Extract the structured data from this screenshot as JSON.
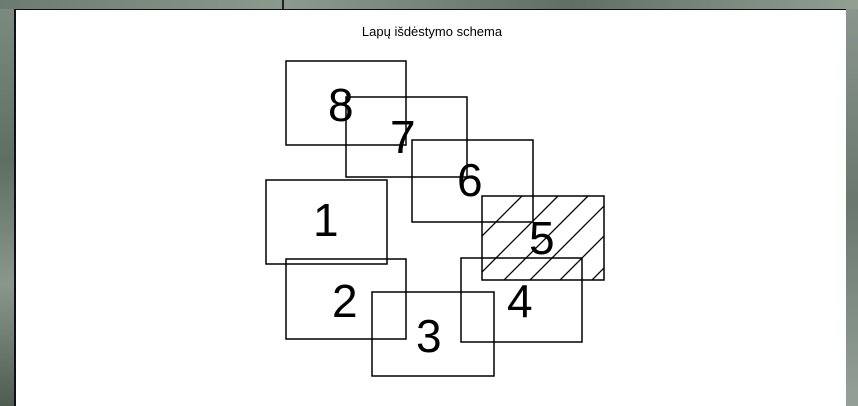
{
  "diagram": {
    "title": "Lapų išdėstymo schema",
    "sheets": [
      {
        "label": "8",
        "hatched": false
      },
      {
        "label": "7",
        "hatched": false
      },
      {
        "label": "6",
        "hatched": false
      },
      {
        "label": "5",
        "hatched": true
      },
      {
        "label": "1",
        "hatched": false
      },
      {
        "label": "2",
        "hatched": false
      },
      {
        "label": "3",
        "hatched": false
      },
      {
        "label": "4",
        "hatched": false
      }
    ]
  }
}
